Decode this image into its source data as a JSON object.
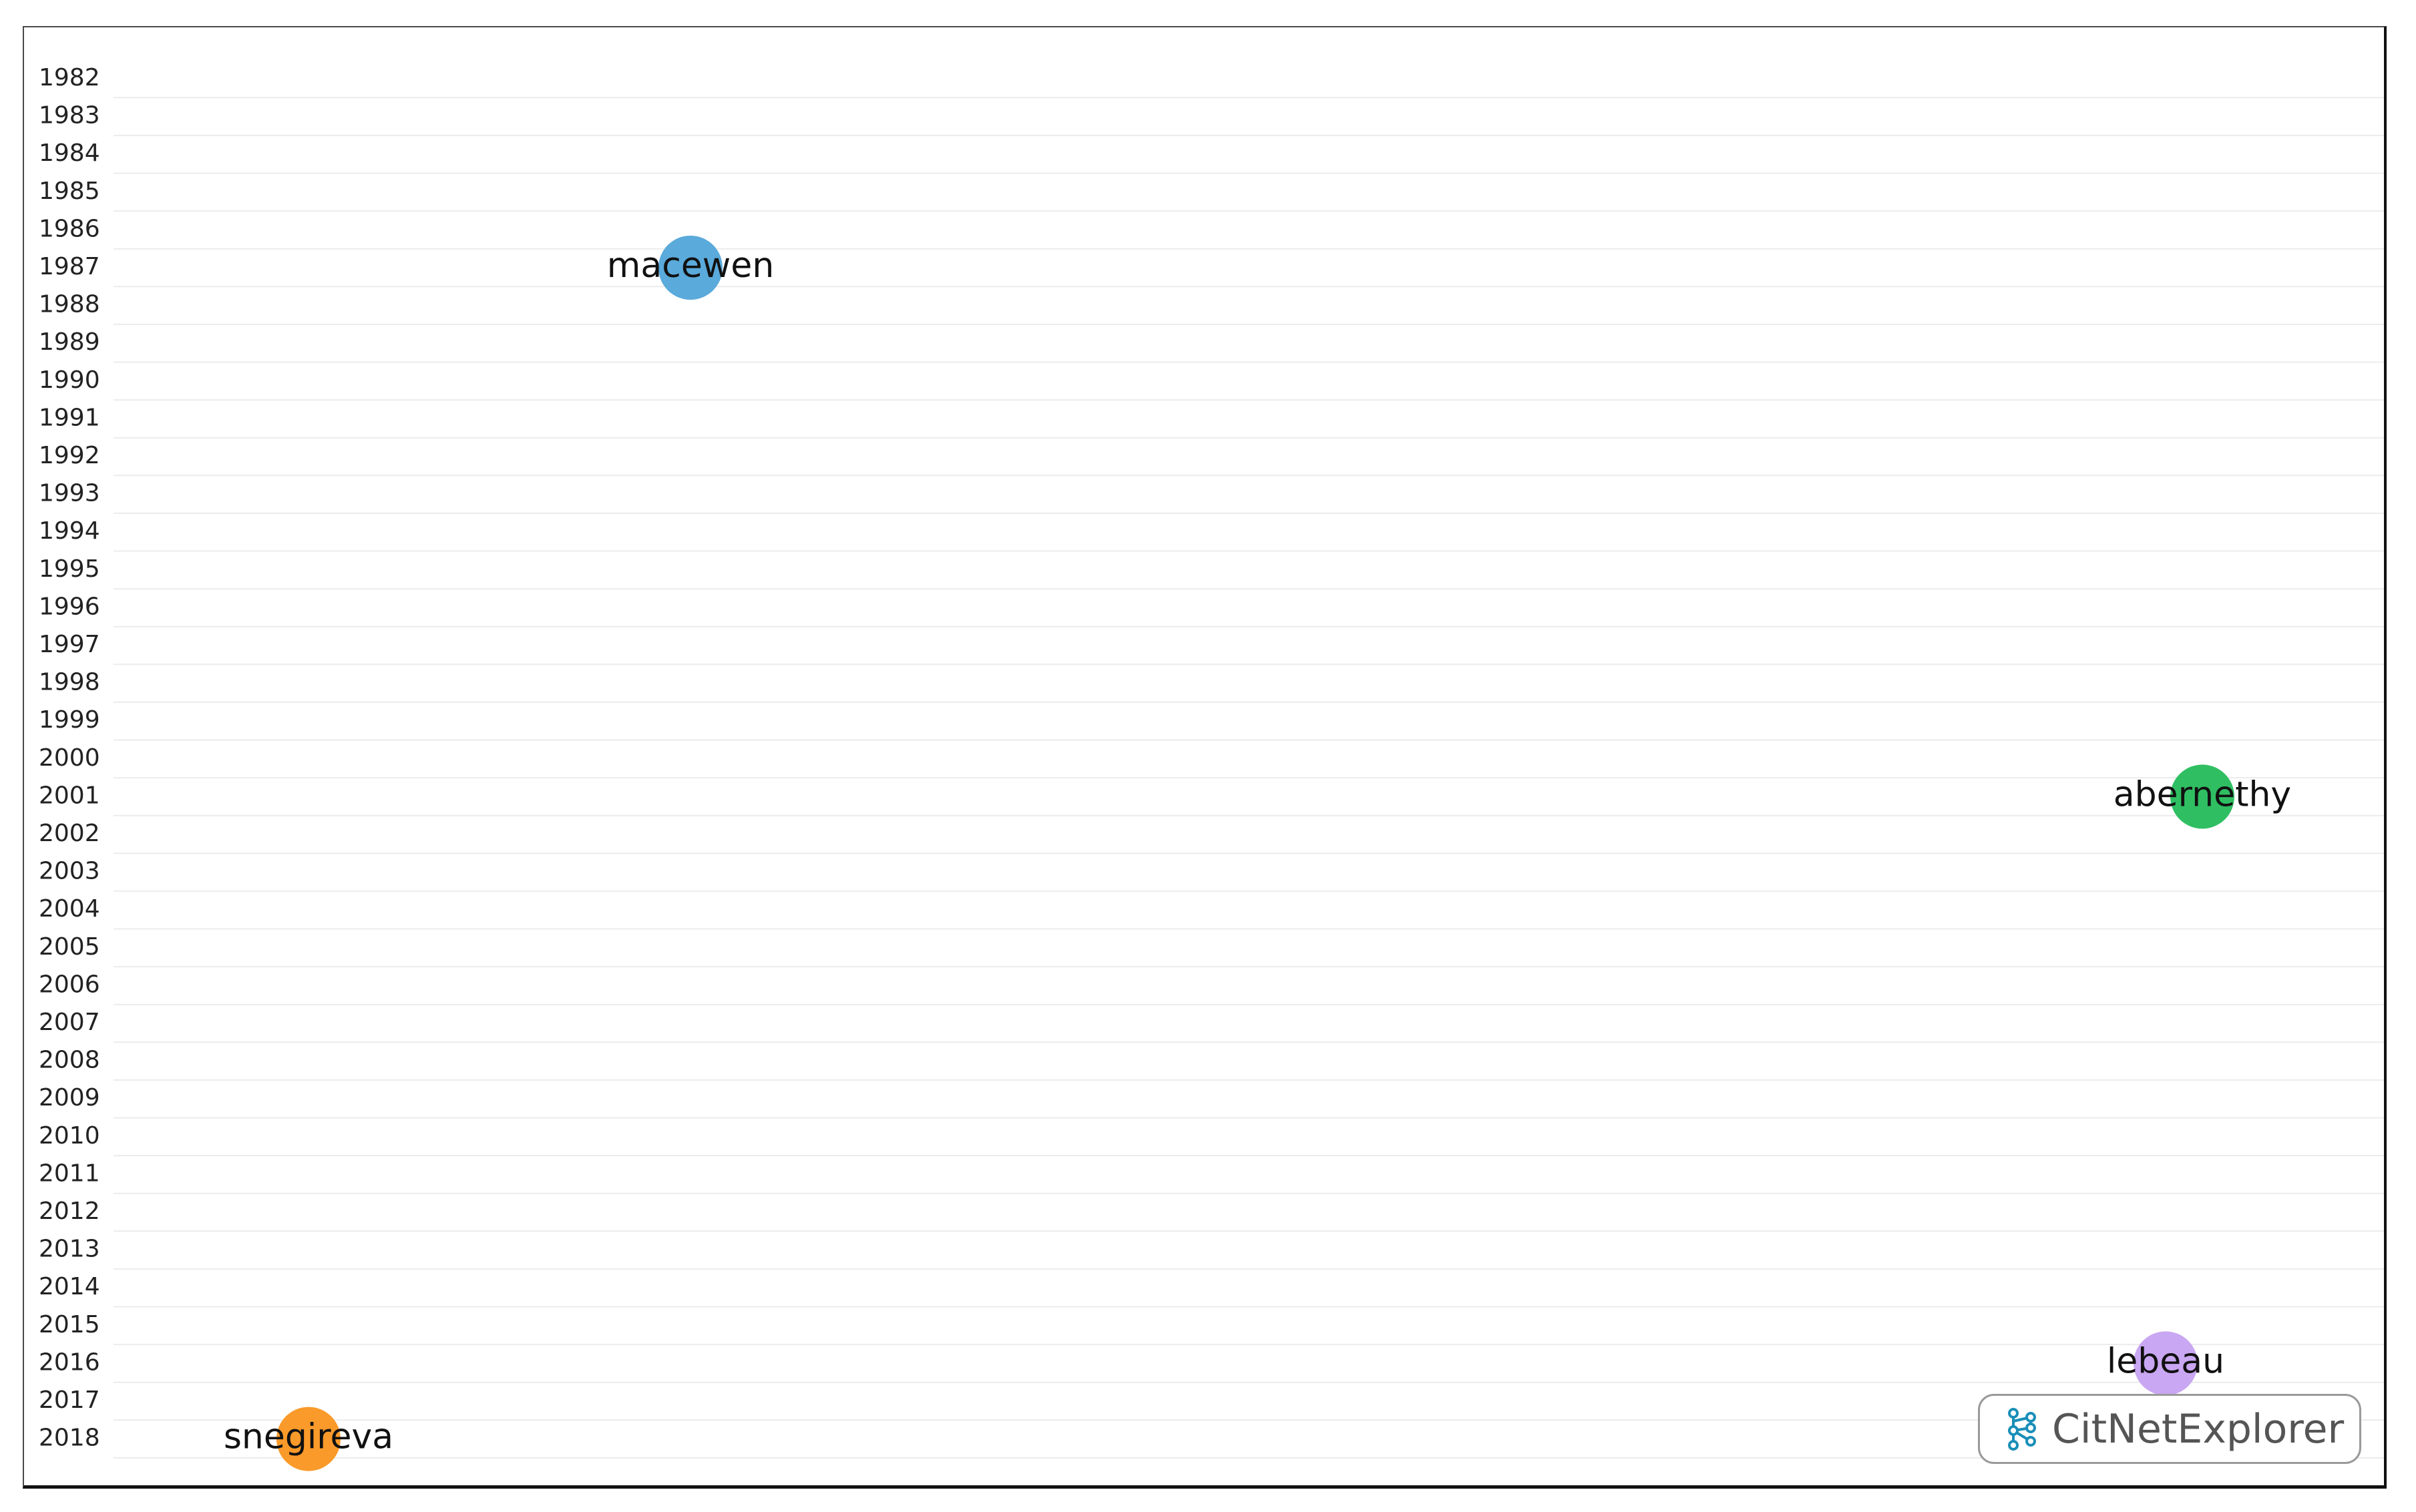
{
  "chart_data": {
    "type": "scatter",
    "title": "",
    "xlabel": "",
    "ylabel": "",
    "years": [
      1982,
      1983,
      1984,
      1985,
      1986,
      1987,
      1988,
      1989,
      1990,
      1991,
      1992,
      1993,
      1994,
      1995,
      1996,
      1997,
      1998,
      1999,
      2000,
      2001,
      2002,
      2003,
      2004,
      2005,
      2006,
      2007,
      2008,
      2009,
      2010,
      2011,
      2012,
      2013,
      2014,
      2015,
      2016,
      2017,
      2018
    ],
    "ylim": [
      1982,
      2018
    ],
    "grid": true,
    "nodes": [
      {
        "name": "macewen",
        "year": 1987,
        "color": "#5aaadb"
      },
      {
        "name": "abernethy",
        "year": 2001,
        "color": "#2fbf62"
      },
      {
        "name": "lebeau",
        "year": 2016,
        "color": "#c9a7f2"
      },
      {
        "name": "snegireva",
        "year": 2018,
        "color": "#f99a2a"
      }
    ]
  },
  "watermark": {
    "text": "CitNetExplorer",
    "icon": "citnetexplorer-logo-icon"
  }
}
